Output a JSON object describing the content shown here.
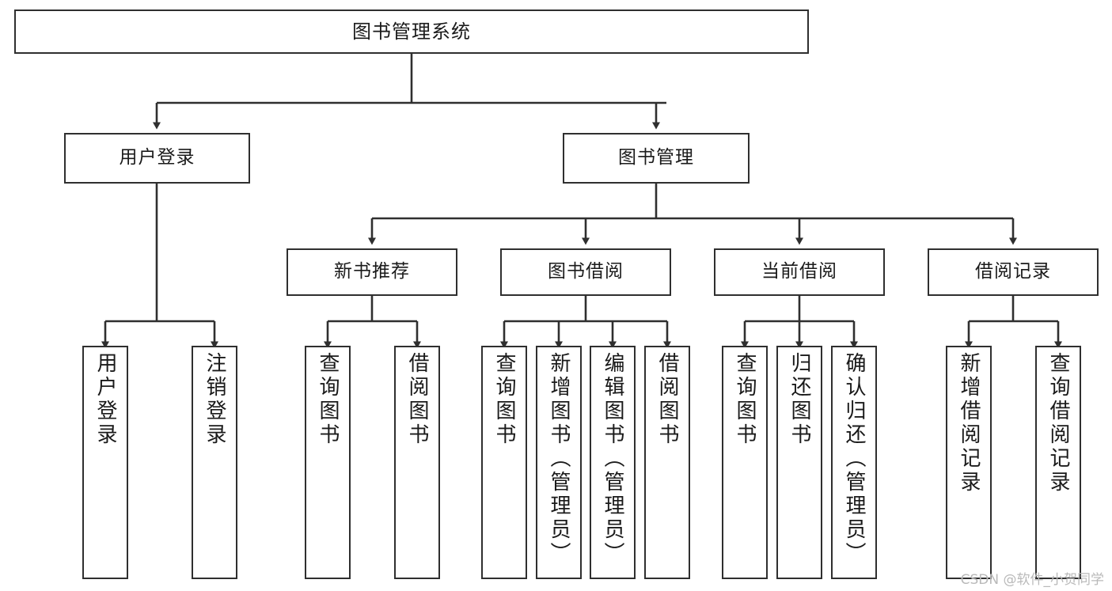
{
  "diagram": {
    "type": "tree-hierarchy-chart",
    "title": "图书管理系统",
    "orientation": "top-down",
    "colors": {
      "box_border": "#2f2f2f",
      "box_fill": "#ffffff",
      "connector": "#2f2f2f",
      "text": "#1a1a1a",
      "watermark": "#b9b9b9",
      "background": "#ffffff"
    }
  },
  "root": {
    "label": "图书管理系统"
  },
  "level2": [
    {
      "id": "user-login",
      "label": "用户登录"
    },
    {
      "id": "book-management",
      "label": "图书管理"
    }
  ],
  "level3": [
    {
      "id": "new-book-recommend",
      "label": "新书推荐",
      "parent": "book-management"
    },
    {
      "id": "book-borrow",
      "label": "图书借阅",
      "parent": "book-management"
    },
    {
      "id": "current-borrow",
      "label": "当前借阅",
      "parent": "book-management"
    },
    {
      "id": "borrow-record",
      "label": "借阅记录",
      "parent": "book-management"
    }
  ],
  "leaves": [
    {
      "id": "leaf-user-login",
      "label": "用户登录",
      "parent": "user-login"
    },
    {
      "id": "leaf-logout-login",
      "label": "注销登录",
      "parent": "user-login"
    },
    {
      "id": "leaf-query-book-1",
      "label": "查询图书",
      "parent": "new-book-recommend"
    },
    {
      "id": "leaf-borrow-book-1",
      "label": "借阅图书",
      "parent": "new-book-recommend"
    },
    {
      "id": "leaf-query-book-2",
      "label": "查询图书",
      "parent": "book-borrow"
    },
    {
      "id": "leaf-add-book",
      "label": "新增图书（管理员）",
      "parent": "book-borrow"
    },
    {
      "id": "leaf-edit-book",
      "label": "编辑图书（管理员）",
      "parent": "book-borrow"
    },
    {
      "id": "leaf-borrow-book-2",
      "label": "借阅图书",
      "parent": "book-borrow"
    },
    {
      "id": "leaf-query-book-3",
      "label": "查询图书",
      "parent": "current-borrow"
    },
    {
      "id": "leaf-return-book",
      "label": "归还图书",
      "parent": "current-borrow"
    },
    {
      "id": "leaf-confirm-return",
      "label": "确认归还（管理员）",
      "parent": "current-borrow"
    },
    {
      "id": "leaf-add-record",
      "label": "新增借阅记录",
      "parent": "borrow-record"
    },
    {
      "id": "leaf-query-record",
      "label": "查询借阅记录",
      "parent": "borrow-record"
    }
  ],
  "watermark": {
    "text": "CSDN @软件_小贺同学"
  }
}
